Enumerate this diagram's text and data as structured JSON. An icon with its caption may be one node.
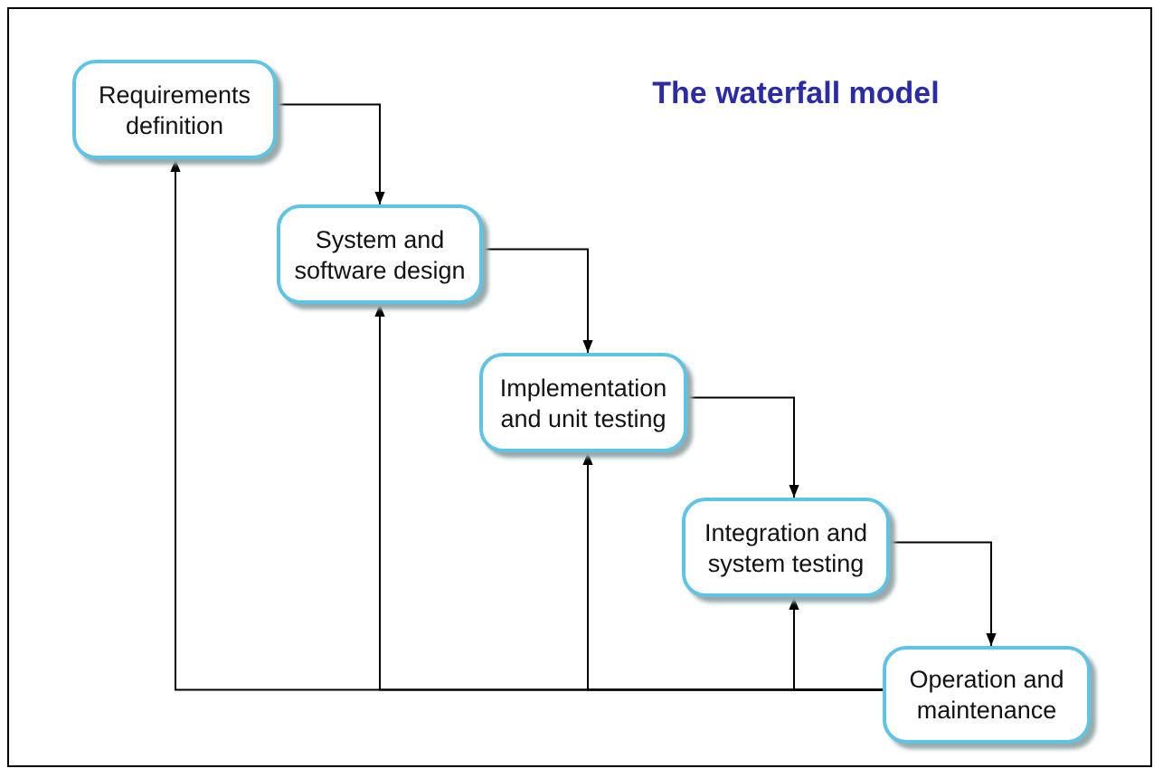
{
  "diagram": {
    "title": "The waterfall model",
    "nodes": [
      {
        "text": [
          "Requirements definition"
        ]
      },
      {
        "text": [
          "System and software design"
        ]
      },
      {
        "text": [
          "Implementation and unit testing"
        ]
      },
      {
        "text": [
          "Integration and system testing"
        ]
      },
      {
        "text": [
          "Operation and maintenance"
        ]
      }
    ],
    "edges": [
      {
        "from": 0,
        "to": 1,
        "arrow": "to"
      },
      {
        "from": 1,
        "to": 2,
        "arrow": "to"
      },
      {
        "from": 2,
        "to": 3,
        "arrow": "to"
      },
      {
        "from": 3,
        "to": 4,
        "arrow": "to"
      },
      {
        "from": 4,
        "to": 0,
        "arrow": "to"
      },
      {
        "from": 4,
        "to": 1,
        "arrow": "to"
      },
      {
        "from": 4,
        "to": 2,
        "arrow": "to"
      },
      {
        "from": 4,
        "to": 3,
        "arrow": "to"
      }
    ]
  }
}
